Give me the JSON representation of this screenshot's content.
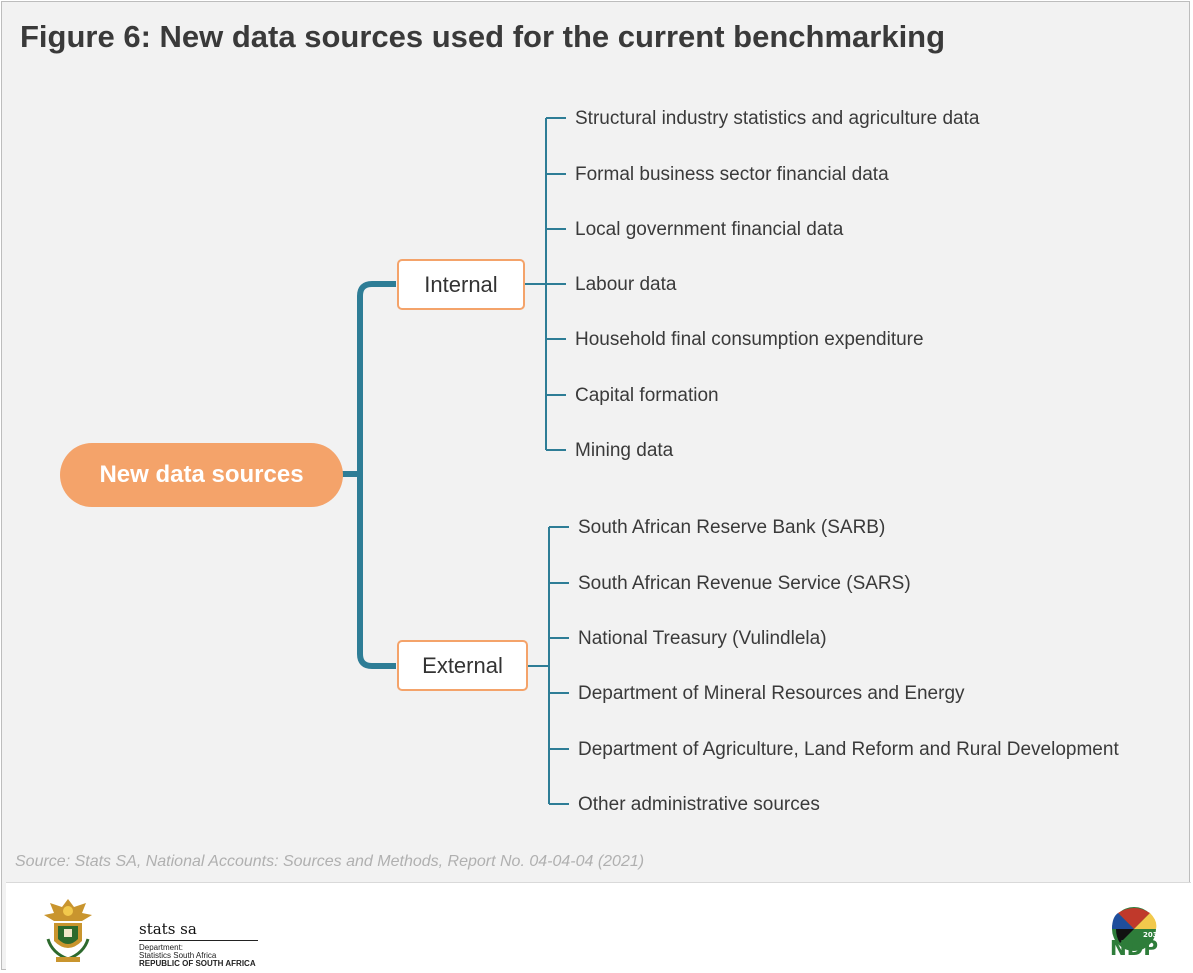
{
  "title": "Figure 6: New data sources used for the current benchmarking",
  "root": {
    "label": "New data sources"
  },
  "branches": [
    {
      "label": "Internal",
      "items": [
        "Structural industry statistics and agriculture data",
        "Formal business sector financial data",
        "Local government financial data",
        "Labour data",
        "Household final consumption expenditure",
        "Capital formation",
        "Mining data"
      ]
    },
    {
      "label": "External",
      "items": [
        "South African Reserve Bank (SARB)",
        "South African Revenue Service (SARS)",
        "National Treasury (Vulindlela)",
        "Department of Mineral Resources and Energy",
        "Department of Agriculture, Land Reform and Rural Development",
        "Other administrative sources"
      ]
    }
  ],
  "source": "Source: Stats SA, National Accounts: Sources and Methods, Report No. 04-04-04 (2021)",
  "footer": {
    "statssa": {
      "name": "stats sa",
      "line1": "Department:",
      "line2": "Statistics South Africa",
      "line3": "REPUBLIC OF SOUTH AFRICA"
    },
    "ndp": {
      "text": "NDP",
      "year": "2030"
    }
  },
  "colors": {
    "connector": "#2e7d96",
    "node_fill": "#f4a36a",
    "node_border": "#f4a36a",
    "background": "#f2f2f2"
  },
  "icons": [
    "coat-of-arms-icon",
    "ndp-2030-logo-icon"
  ]
}
